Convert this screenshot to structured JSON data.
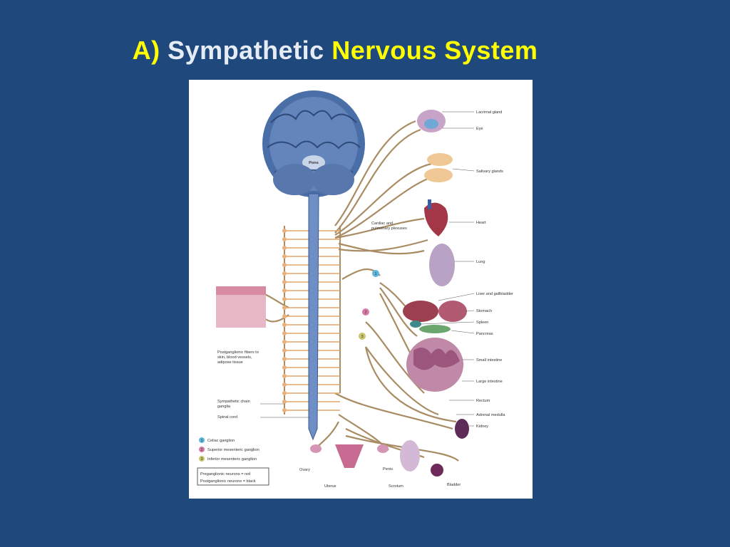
{
  "slide": {
    "title_prefix": "A)",
    "title_word1": "Sympathetic",
    "title_word2": "Nervous System"
  },
  "diagram": {
    "center_label": "Pons",
    "organ_labels": {
      "lacrimal": "Lacrimal gland",
      "eye": "Eye",
      "salivary": "Salivary glands",
      "heart": "Heart",
      "lung": "Lung",
      "liver": "Liver and gallbladder",
      "stomach": "Stomach",
      "spleen": "Spleen",
      "pancreas": "Pancreas",
      "small_intestine": "Small intestine",
      "large_intestine": "Large intestine",
      "rectum": "Rectum",
      "adrenal": "Adrenal medulla",
      "kidney": "Kidney",
      "bladder": "Bladder",
      "scrotum": "Scrotum",
      "penis": "Penis",
      "uterus": "Uterus",
      "ovary": "Ovary"
    },
    "left_labels": {
      "cardiac_1": "Cardiac and",
      "cardiac_2": "pulmonary plexuses",
      "post_1": "Postganglionic fibers to",
      "post_2": "skin, blood vessels,",
      "post_3": "adipose tissue",
      "chain_1": "Sympathetic chain",
      "chain_2": "ganglia",
      "spinal": "Spinal cord"
    },
    "ganglia": [
      {
        "num": "1",
        "name": "Celiac ganglion",
        "color": "#5fb6dd"
      },
      {
        "num": "2",
        "name": "Superior mesenteric ganglion",
        "color": "#d87aa8"
      },
      {
        "num": "3",
        "name": "Inferior mesenteric ganglion",
        "color": "#c9c66a"
      }
    ],
    "legend_box": {
      "line1": "Preganglionic neurons = red",
      "line2": "Postganglionic neurons = black"
    }
  }
}
